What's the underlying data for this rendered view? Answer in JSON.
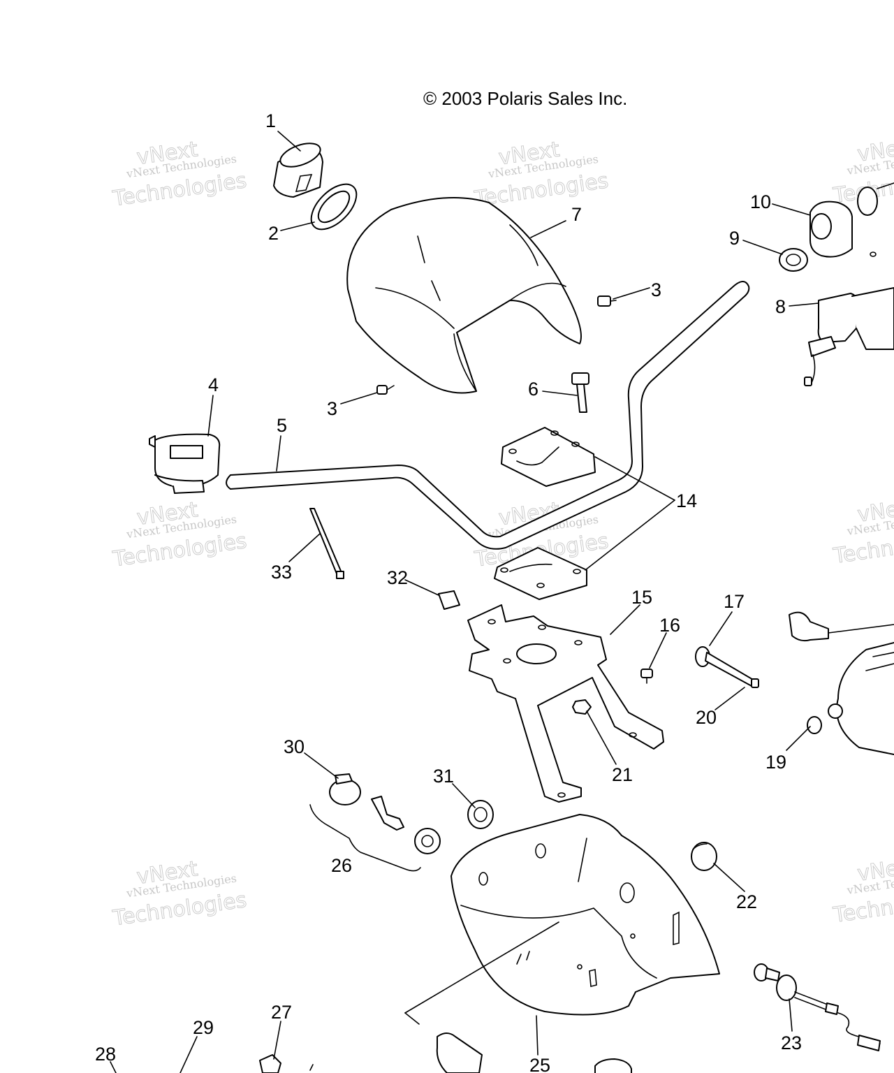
{
  "copyright": "© 2003 Polaris Sales Inc.",
  "watermark": {
    "line_outline": "vNext",
    "line_small": "vNext Technologies",
    "line_big": "Technologies"
  },
  "callouts": {
    "c1": "1",
    "c2": "2",
    "c3a": "3",
    "c3b": "3",
    "c4": "4",
    "c5": "5",
    "c6": "6",
    "c7": "7",
    "c8": "8",
    "c9": "9",
    "c10": "10",
    "c14": "14",
    "c15": "15",
    "c16": "16",
    "c17": "17",
    "c19": "19",
    "c20": "20",
    "c21": "21",
    "c22": "22",
    "c23": "23",
    "c25": "25",
    "c26": "26",
    "c27": "27",
    "c28": "28",
    "c29": "29",
    "c30": "30",
    "c31": "31",
    "c32": "32",
    "c33": "33"
  },
  "colors": {
    "line": "#000000",
    "background": "#ffffff",
    "watermark": "#9a9a9a"
  }
}
